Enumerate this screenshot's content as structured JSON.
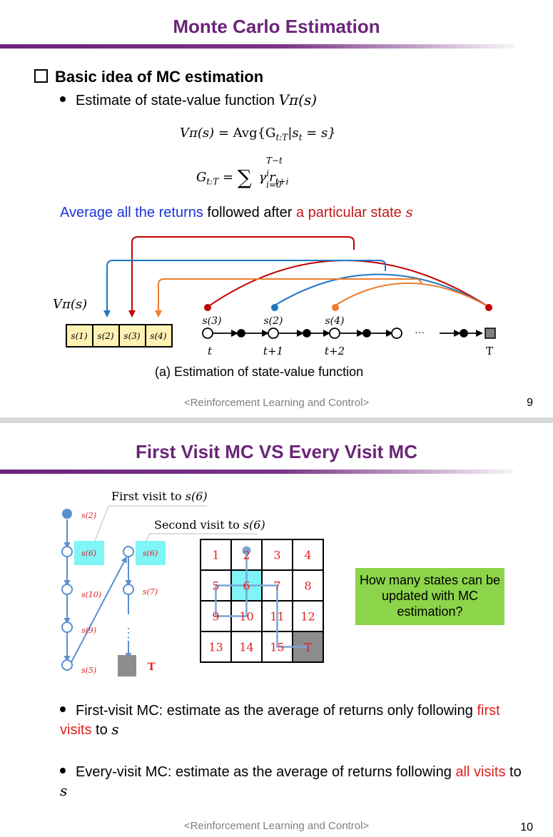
{
  "slide1": {
    "title": "Monte Carlo Estimation",
    "heading": "Basic idea of MC estimation",
    "bullet_text": "Estimate of state-value function ",
    "bullet_math": "Vπ(s)",
    "eq1_lhs": "Vπ(s) = ",
    "eq1_rhs": "Avg{G",
    "eq1_sub": "t:T",
    "eq1_tail": "|s",
    "eq1_tail_sub": "t",
    "eq1_end": " = s}",
    "eq2_lhs": "G",
    "eq2_lhs_sub": "t:T",
    "eq2_eq": " = ",
    "eq2_sum": "∑",
    "eq2_upper": "T−t",
    "eq2_lower": "i=0",
    "eq2_term": "γ",
    "eq2_term_sup": "i",
    "eq2_r": "r",
    "eq2_r_sub": "t+i",
    "avg_blue": "Average all the returns",
    "avg_black": " followed after ",
    "avg_red": "a particular state ",
    "avg_s": "s",
    "vpi_label": "Vπ(s)",
    "boxes": [
      "s(1)",
      "s(2)",
      "s(3)",
      "s(4)"
    ],
    "chain_labels": [
      "s(3)",
      "s(2)",
      "s(4)"
    ],
    "time_labels": [
      "t",
      "t+1",
      "t+2",
      "T"
    ],
    "ellipsis": "···",
    "caption": "(a) Estimation of state-value function",
    "footer": "<Reinforcement Learning and Control>",
    "page": "9",
    "colors": {
      "title": "#6b2478",
      "red": "#c00000",
      "blue": "#1f77c4",
      "orange": "#ed7d31",
      "box_fill": "#fff2b3"
    }
  },
  "slide2": {
    "title": "First Visit MC VS Every Visit MC",
    "first_visit": "First visit to ",
    "second_visit": "Second visit to ",
    "s6": "s(6)",
    "traj_labels": [
      "s(2)",
      "s(6)",
      "s(6)",
      "s(10)",
      "s(7)",
      "s(9)",
      "s(5)"
    ],
    "vdots": "⋮",
    "terminal": "T",
    "grid": [
      "1",
      "2",
      "3",
      "4",
      "5",
      "6",
      "7",
      "8",
      "9",
      "10",
      "11",
      "12",
      "13",
      "14",
      "15",
      "T"
    ],
    "question": "How many states can be updated with MC estimation?",
    "b1_text": "First-visit MC: estimate as the average of returns only following ",
    "b1_red": "first visits",
    "b1_tail": " to ",
    "b1_s": "s",
    "b2_text": "Every-visit MC: estimate as the average of returns following ",
    "b2_red": "all visits",
    "b2_tail": " to ",
    "b2_s": "s",
    "footer": "<Reinforcement Learning and Control>",
    "page": "10",
    "colors": {
      "grid_highlight": "#7ff5f7",
      "terminal": "#8c8c8c",
      "path": "#7aa6d6",
      "green": "#8cd449",
      "label_red": "#e02020"
    }
  }
}
